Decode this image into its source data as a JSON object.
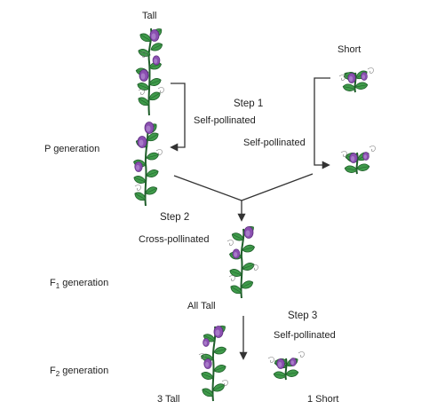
{
  "labels": {
    "tall": "Tall",
    "short": "Short",
    "step1": "Step  1",
    "self_pollinated_1": "Self-pollinated",
    "self_pollinated_2": "Self-pollinated",
    "p_generation": "P generation",
    "step2": "Step  2",
    "cross_pollinated": "Cross-pollinated",
    "f1_prefix": "F",
    "f1_sub": "1",
    "f1_suffix": " generation",
    "all_tall": "All Tall",
    "step3": "Step  3",
    "self_pollinated_3": "Self-pollinated",
    "f2_prefix": "F",
    "f2_sub": "2",
    "f2_suffix": " generation",
    "three_tall": "3 Tall",
    "one_short": "1 Short"
  },
  "colors": {
    "leaf": "#3f9a4a",
    "leaf_dark": "#1f5e2a",
    "flower": "#8a4fb0",
    "flower_dark": "#5c2e7e",
    "arrow": "#333333",
    "text": "#222222"
  }
}
